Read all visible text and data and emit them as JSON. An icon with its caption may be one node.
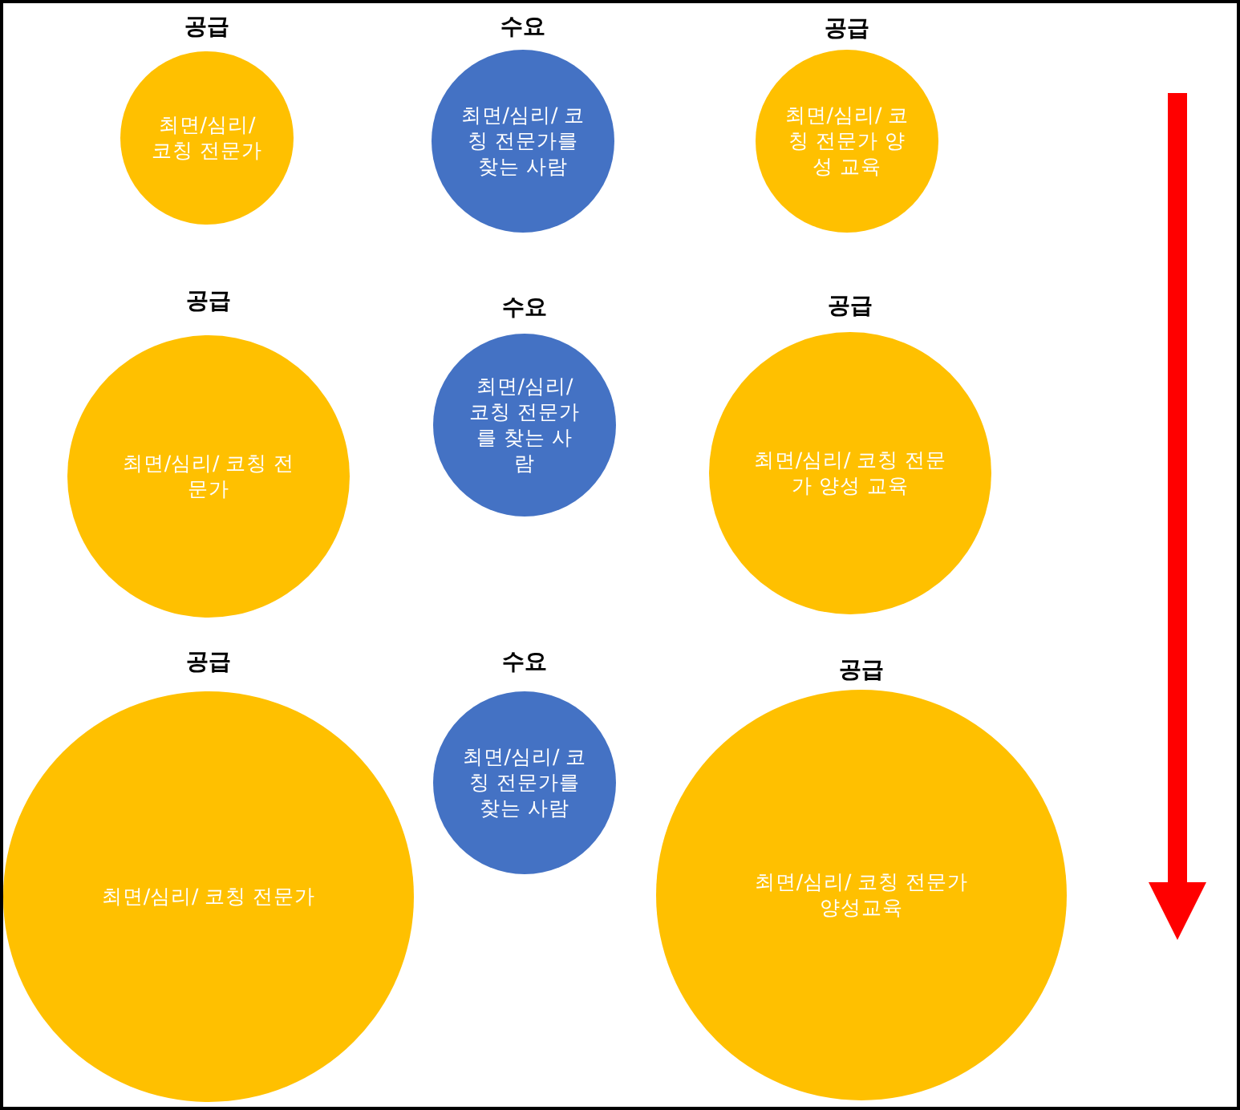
{
  "diagram": {
    "nodes": [
      {
        "text": [
          "공급",
          "최면/심리/ 코칭 전문가"
        ]
      },
      {
        "text": [
          "수요",
          "최면/심리/ 코칭 전문가를 찾는 사람"
        ]
      },
      {
        "text": [
          "공급",
          "최면/심리/ 코칭 전문가 양성 교육"
        ]
      },
      {
        "text": [
          "공급",
          "최면/심리/ 코칭 전문가"
        ]
      },
      {
        "text": [
          "수요",
          "최면/심리/ 코칭 전문가를 찾는 사람"
        ]
      },
      {
        "text": [
          "공급",
          "최면/심리/ 코칭 전문가 양성 교육"
        ]
      },
      {
        "text": [
          "수요",
          "최면/심리/ 코칭 전문가를 찾는 사람"
        ]
      },
      {
        "text": [
          "공급",
          "최면/심리/ 코칭 전문가"
        ]
      },
      {
        "text": [
          "공급",
          "최면/심리/ 코칭 전문가 양성교육"
        ]
      }
    ],
    "edges": []
  }
}
